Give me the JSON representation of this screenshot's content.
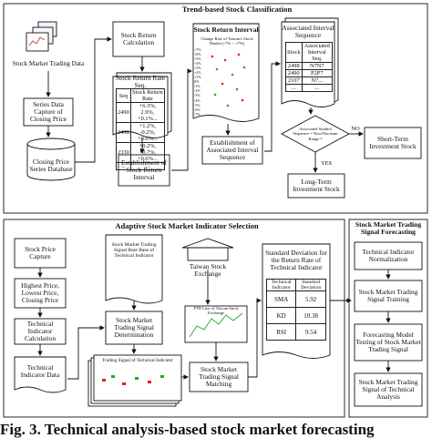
{
  "sections": {
    "trend": "Trend-based Stock Classification",
    "adaptive": "Adaptive Stock Market Indicator Selection",
    "forecast": "Stock Market Trading Signal Forecasting"
  },
  "trend_nodes": {
    "trading_data": "Stock Market Trading Data",
    "series_capture": "Series Data Capture of Closing Price",
    "db": "Closing Price Series Database",
    "return_calc": "Stock Return Calculation",
    "rate_seq": "Stock Return Rate Seq.",
    "establish_interval": "Establishment of Stock Return Interval",
    "return_interval_title": "Stock Return Interval",
    "chart_subtitle": "Change Rate of Taiwan's Stock Market (-7% ~ +7%)",
    "establish_assoc": "Establishment of Associated Interval Sequence",
    "assoc_seq": "Associated Interval Sequence",
    "decision": "Associated Symbol Sequence = Non-Fluctuant Range ?",
    "no": "NO",
    "yes": "YES",
    "short_term": "Short-Term Investment Stock",
    "long_term": "Long-Term Investment Stock"
  },
  "rate_table": {
    "header": [
      "Seq",
      "Stock Return Rate"
    ],
    "rows": [
      [
        "2490",
        "+6.3%, 2.9%, +0.1%..."
      ],
      [
        "2498",
        "+1.2%, -0.2%, +0.6%..."
      ],
      [
        "2330",
        "+0.2%, +0.7%, +0.6%..."
      ],
      [
        "...",
        "..."
      ]
    ]
  },
  "interval_axis": [
    "+7%",
    "+6%",
    "+5%",
    "+4%",
    "+3%",
    "+2%",
    "+1%",
    "0%",
    "-1%",
    "-2%",
    "-3%",
    "-4%",
    "-5%",
    "-6%",
    "-7%"
  ],
  "assoc_table": {
    "header": [
      "Stock",
      "Associated Interval Seq."
    ],
    "rows": [
      [
        "2498",
        "N7N7"
      ],
      [
        "2490",
        "P2P7"
      ],
      [
        "2107",
        "N7..."
      ],
      [
        "...",
        "..."
      ]
    ]
  },
  "adaptive_nodes": {
    "price_capture": "Stock Price Capture",
    "hlc": "Highest Price, Lowest Price, Closing Price",
    "ti_calc": "Technical Indicator Calculation",
    "ti_data": "Technical Indicator Data",
    "trading_signal_doc": "Stock Market Trading Signal Rate Base of Technical Indicator",
    "signal_determination": "Stock Market Trading Signal Determination",
    "signal_panel_title": "Trading Signal of Technical Indicator",
    "exchange": "Taiwan Stock Exchange",
    "ptd_panel_title": "PTD Line of Taiwan Stock Exchange",
    "matching": "Stock Market Trading Signal Matching",
    "std_title": "Standard Deviation for the Return Rate of Technical Indicator"
  },
  "std_table": {
    "header": [
      "Technical Indicator",
      "Standard Deviation"
    ],
    "rows": [
      [
        "SMA",
        "5.92"
      ],
      [
        "KD",
        "10.38"
      ],
      [
        "RSI",
        "9.54"
      ]
    ]
  },
  "forecast_nodes": {
    "normalization": "Technical Indicator Normalization",
    "training": "Stock Market Trading Signal Training",
    "testing": "Forecasting Model Testing of Stock Market Trading Signal",
    "output": "Stock Market Trading Signal of Technical Analysis"
  },
  "caption": "Fig. 3. Technical analysis-based stock market forecasting"
}
